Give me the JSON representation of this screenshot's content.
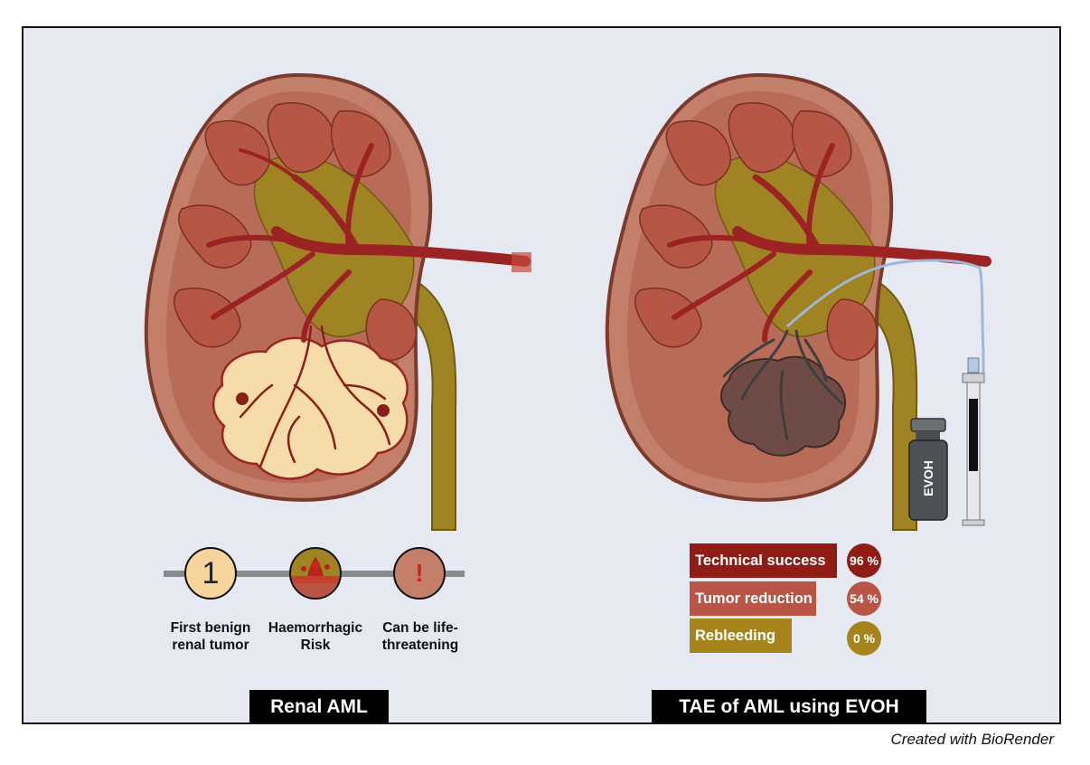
{
  "left_panel": {
    "caption": "Renal AML",
    "steps": [
      {
        "icon": "number-one-icon",
        "glyph": "1",
        "label_line1": "First benign",
        "label_line2": "renal tumor"
      },
      {
        "icon": "haemorrhage-icon",
        "label_line1": "Haemorrhagic",
        "label_line2": "Risk"
      },
      {
        "icon": "exclamation-icon",
        "glyph": "!",
        "label_line1": "Can be life-",
        "label_line2": "threatening"
      }
    ]
  },
  "right_panel": {
    "caption": "TAE of AML using EVOH",
    "vial_label": "EVOH",
    "results": [
      {
        "label": "Technical success",
        "value": "96 %",
        "color": "#8f1d16"
      },
      {
        "label": "Tumor reduction",
        "value": "54 %",
        "color": "#b85546"
      },
      {
        "label": "Rebleeding",
        "value": "0 %",
        "color": "#a5851b"
      }
    ]
  },
  "credit": "Created with BioRender",
  "colors": {
    "background": "#e6e9f1",
    "cortex": "#c47f6a",
    "pyramid": "#b65746",
    "sinus": "#a08423",
    "vessel": "#9c2323",
    "tumor": "#f6dcaa",
    "embolized_tumor": "#6e4b45",
    "catheter": "#9fb8da"
  }
}
